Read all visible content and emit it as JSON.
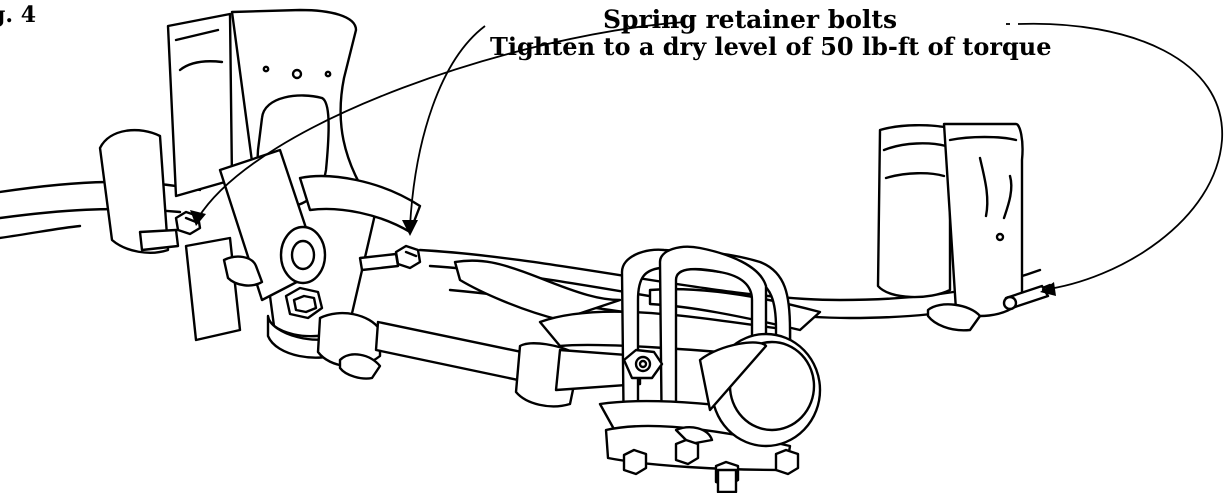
{
  "figure": {
    "label": "g. 4"
  },
  "callout": {
    "title": "Spring retainer bolts",
    "description": "Tighten to a dry level of 50 lb-ft of torque"
  },
  "icons": {
    "suspension": "leaf-spring-suspension-icon",
    "bolt": "hex-bolt-icon",
    "arrow": "leader-arrow-icon"
  }
}
